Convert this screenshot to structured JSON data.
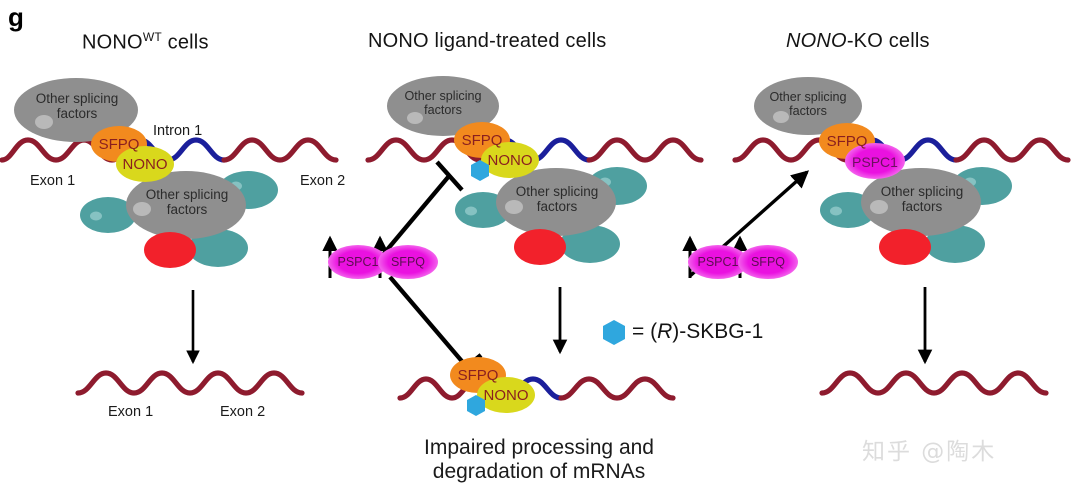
{
  "figure": {
    "letter": "g",
    "watermark": "知乎 @陶木"
  },
  "panels": [
    {
      "id": "wt",
      "title_parts": {
        "main": "NONO",
        "sup": "WT",
        "tail": " cells"
      },
      "title_plain": "NONO^WT cells",
      "pre_mrna": {
        "exon1_label": "Exon 1",
        "intron_label": "Intron 1",
        "exon2_label": "Exon 2"
      },
      "complex_top_label": [
        "Other splicing",
        "factors"
      ],
      "complex_bottom_label": [
        "Other splicing",
        "factors"
      ],
      "bound_proteins": [
        {
          "name": "SFPQ",
          "color": "#F28A1E"
        },
        {
          "name": "NONO",
          "color": "#D9D81C"
        }
      ],
      "product": {
        "exon1_label": "Exon 1",
        "exon2_label": "Exon 2"
      }
    },
    {
      "id": "ligand",
      "title_parts": {
        "main": "NONO ligand-treated cells",
        "sup": "",
        "tail": ""
      },
      "title_plain": "NONO ligand-treated cells",
      "complex_top_label": [
        "Other splicing",
        "factors"
      ],
      "complex_bottom_label": [
        "Other splicing",
        "factors"
      ],
      "bound_proteins": [
        {
          "name": "SFPQ",
          "color": "#F28A1E"
        },
        {
          "name": "NONO",
          "color": "#D9D81C"
        }
      ],
      "ligand_name": "(R)-SKBG-1",
      "upregulated": [
        {
          "name": "PSPC1",
          "color": "#EA11E0"
        },
        {
          "name": "SFPQ",
          "color": "#EA11E0"
        }
      ],
      "product_bound": [
        {
          "name": "SFPQ",
          "color": "#F28A1E"
        },
        {
          "name": "NONO",
          "color": "#D9D81C"
        }
      ],
      "caption": [
        "Impaired processing and",
        "degradation of mRNAs"
      ]
    },
    {
      "id": "ko",
      "title_parts": {
        "main": "NONO",
        "sup": "",
        "tail": "-KO cells",
        "italic_main": true
      },
      "title_plain": "NONO-KO cells",
      "complex_top_label": [
        "Other splicing",
        "factors"
      ],
      "complex_bottom_label": [
        "Other splicing",
        "factors"
      ],
      "bound_proteins": [
        {
          "name": "SFPQ",
          "color": "#F28A1E"
        },
        {
          "name": "PSPC1",
          "color": "#EA11E0"
        }
      ],
      "upregulated": [
        {
          "name": "PSPC1",
          "color": "#EA11E0"
        },
        {
          "name": "SFPQ",
          "color": "#EA11E0"
        }
      ]
    }
  ],
  "legend": {
    "symbol": "hexagon",
    "equals": "=",
    "prefix": "(",
    "stereo": "R",
    "suffix": ")-SKBG-1",
    "full_text": "= (R)-SKBG-1"
  },
  "colors": {
    "exon_rna": "#8E1B2E",
    "intron_rna": "#1B1F9B",
    "gray_blob": "#8F8F8F",
    "teal_blob": "#4FA0A0",
    "red_blob": "#F2212B",
    "sfpq": "#F28A1E",
    "nono": "#D9D81C",
    "magenta": "#EA11E0",
    "ligand_hex": "#2FA7DE",
    "arrow": "#000000",
    "background": "#FFFFFF"
  }
}
